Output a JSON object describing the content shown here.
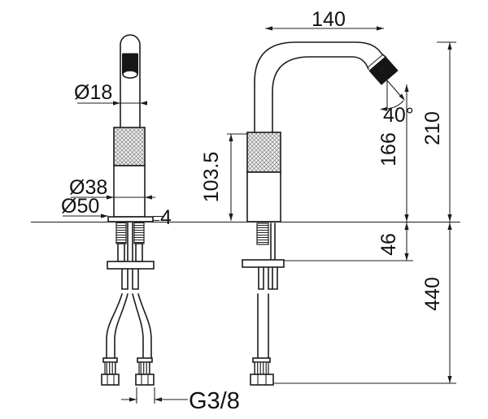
{
  "drawing": {
    "type": "technical-dimension-drawing",
    "subject": "single-hole basin faucet, front and side views",
    "background_color": "#ffffff",
    "line_color": "#1c1c1c",
    "dims": {
      "spout_reach": "140",
      "tip_diameter": "Ø18",
      "spout_angle": "40°",
      "total_height": "210",
      "outlet_height": "166",
      "body_height": "103.5",
      "body_diameter": "Ø38",
      "base_diameter": "Ø50",
      "base_thickness": "4",
      "undercounter_bracket_depth": "46",
      "hose_drop": "440",
      "hose_thread": "G3/8"
    }
  }
}
